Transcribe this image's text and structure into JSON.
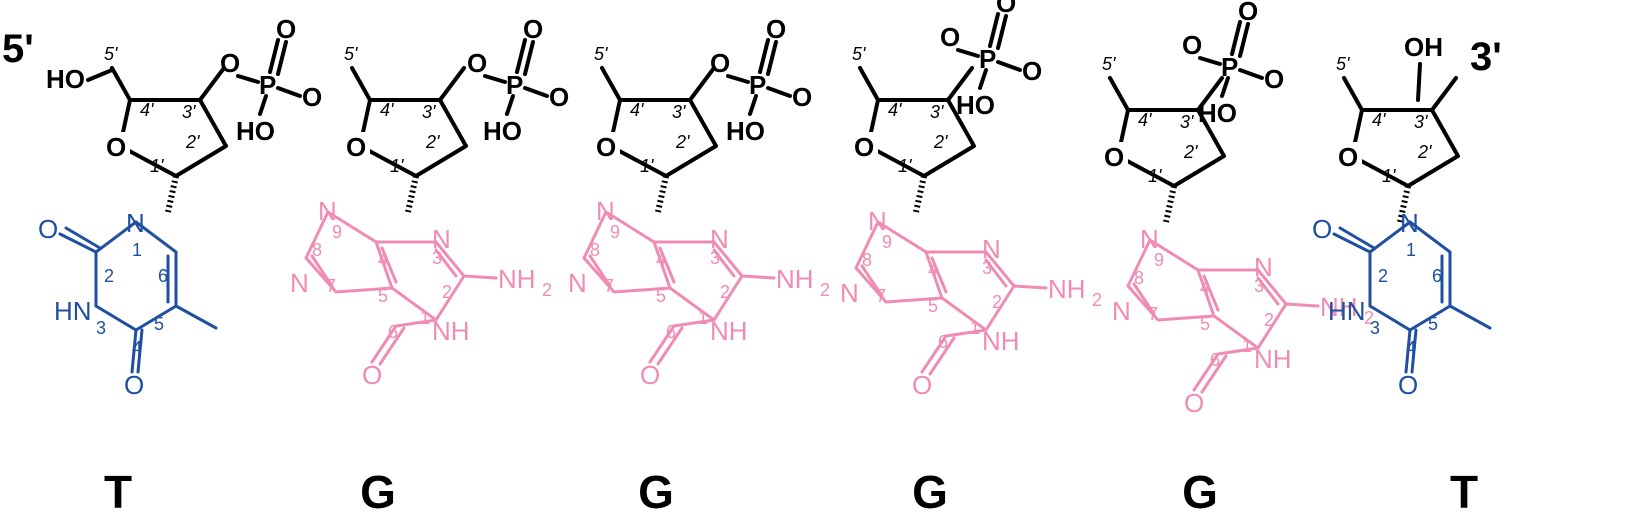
{
  "termini": {
    "five_prime": "5'",
    "three_prime": "3'"
  },
  "sequence": [
    {
      "letter": "T",
      "base": "thymine",
      "color": "#1f4fa0"
    },
    {
      "letter": "G",
      "base": "guanine",
      "color": "#f08cb4"
    },
    {
      "letter": "G",
      "base": "guanine",
      "color": "#f08cb4"
    },
    {
      "letter": "G",
      "base": "guanine",
      "color": "#f08cb4"
    },
    {
      "letter": "G",
      "base": "guanine",
      "color": "#f08cb4"
    },
    {
      "letter": "T",
      "base": "thymine",
      "color": "#1f4fa0"
    }
  ],
  "sugar_labels": {
    "o": "O",
    "c5": "5'",
    "c4": "4'",
    "c3": "3'",
    "c2": "2'",
    "c1": "1'",
    "ho": "HO",
    "oh": "OH"
  },
  "phosphate_labels": {
    "p": "P",
    "o": "O",
    "ho": "HO"
  },
  "guanine_labels": {
    "n": "N",
    "nh": "NH",
    "nh2": "NH",
    "sub2": "2",
    "o": "O",
    "n9": "9",
    "n8": "8",
    "n7": "7",
    "n4": "4",
    "n3": "3",
    "n2": "2",
    "n5": "5",
    "n1": "1",
    "n6": "6"
  },
  "thymine_labels": {
    "n": "N",
    "hn": "HN",
    "o": "O",
    "n1": "1",
    "n2": "2",
    "n3": "3",
    "n4": "4",
    "n5": "5",
    "n6": "6"
  },
  "colors": {
    "backbone": "#000000",
    "purine": "#f08cb4",
    "pyrimidine": "#1f4fa0"
  }
}
